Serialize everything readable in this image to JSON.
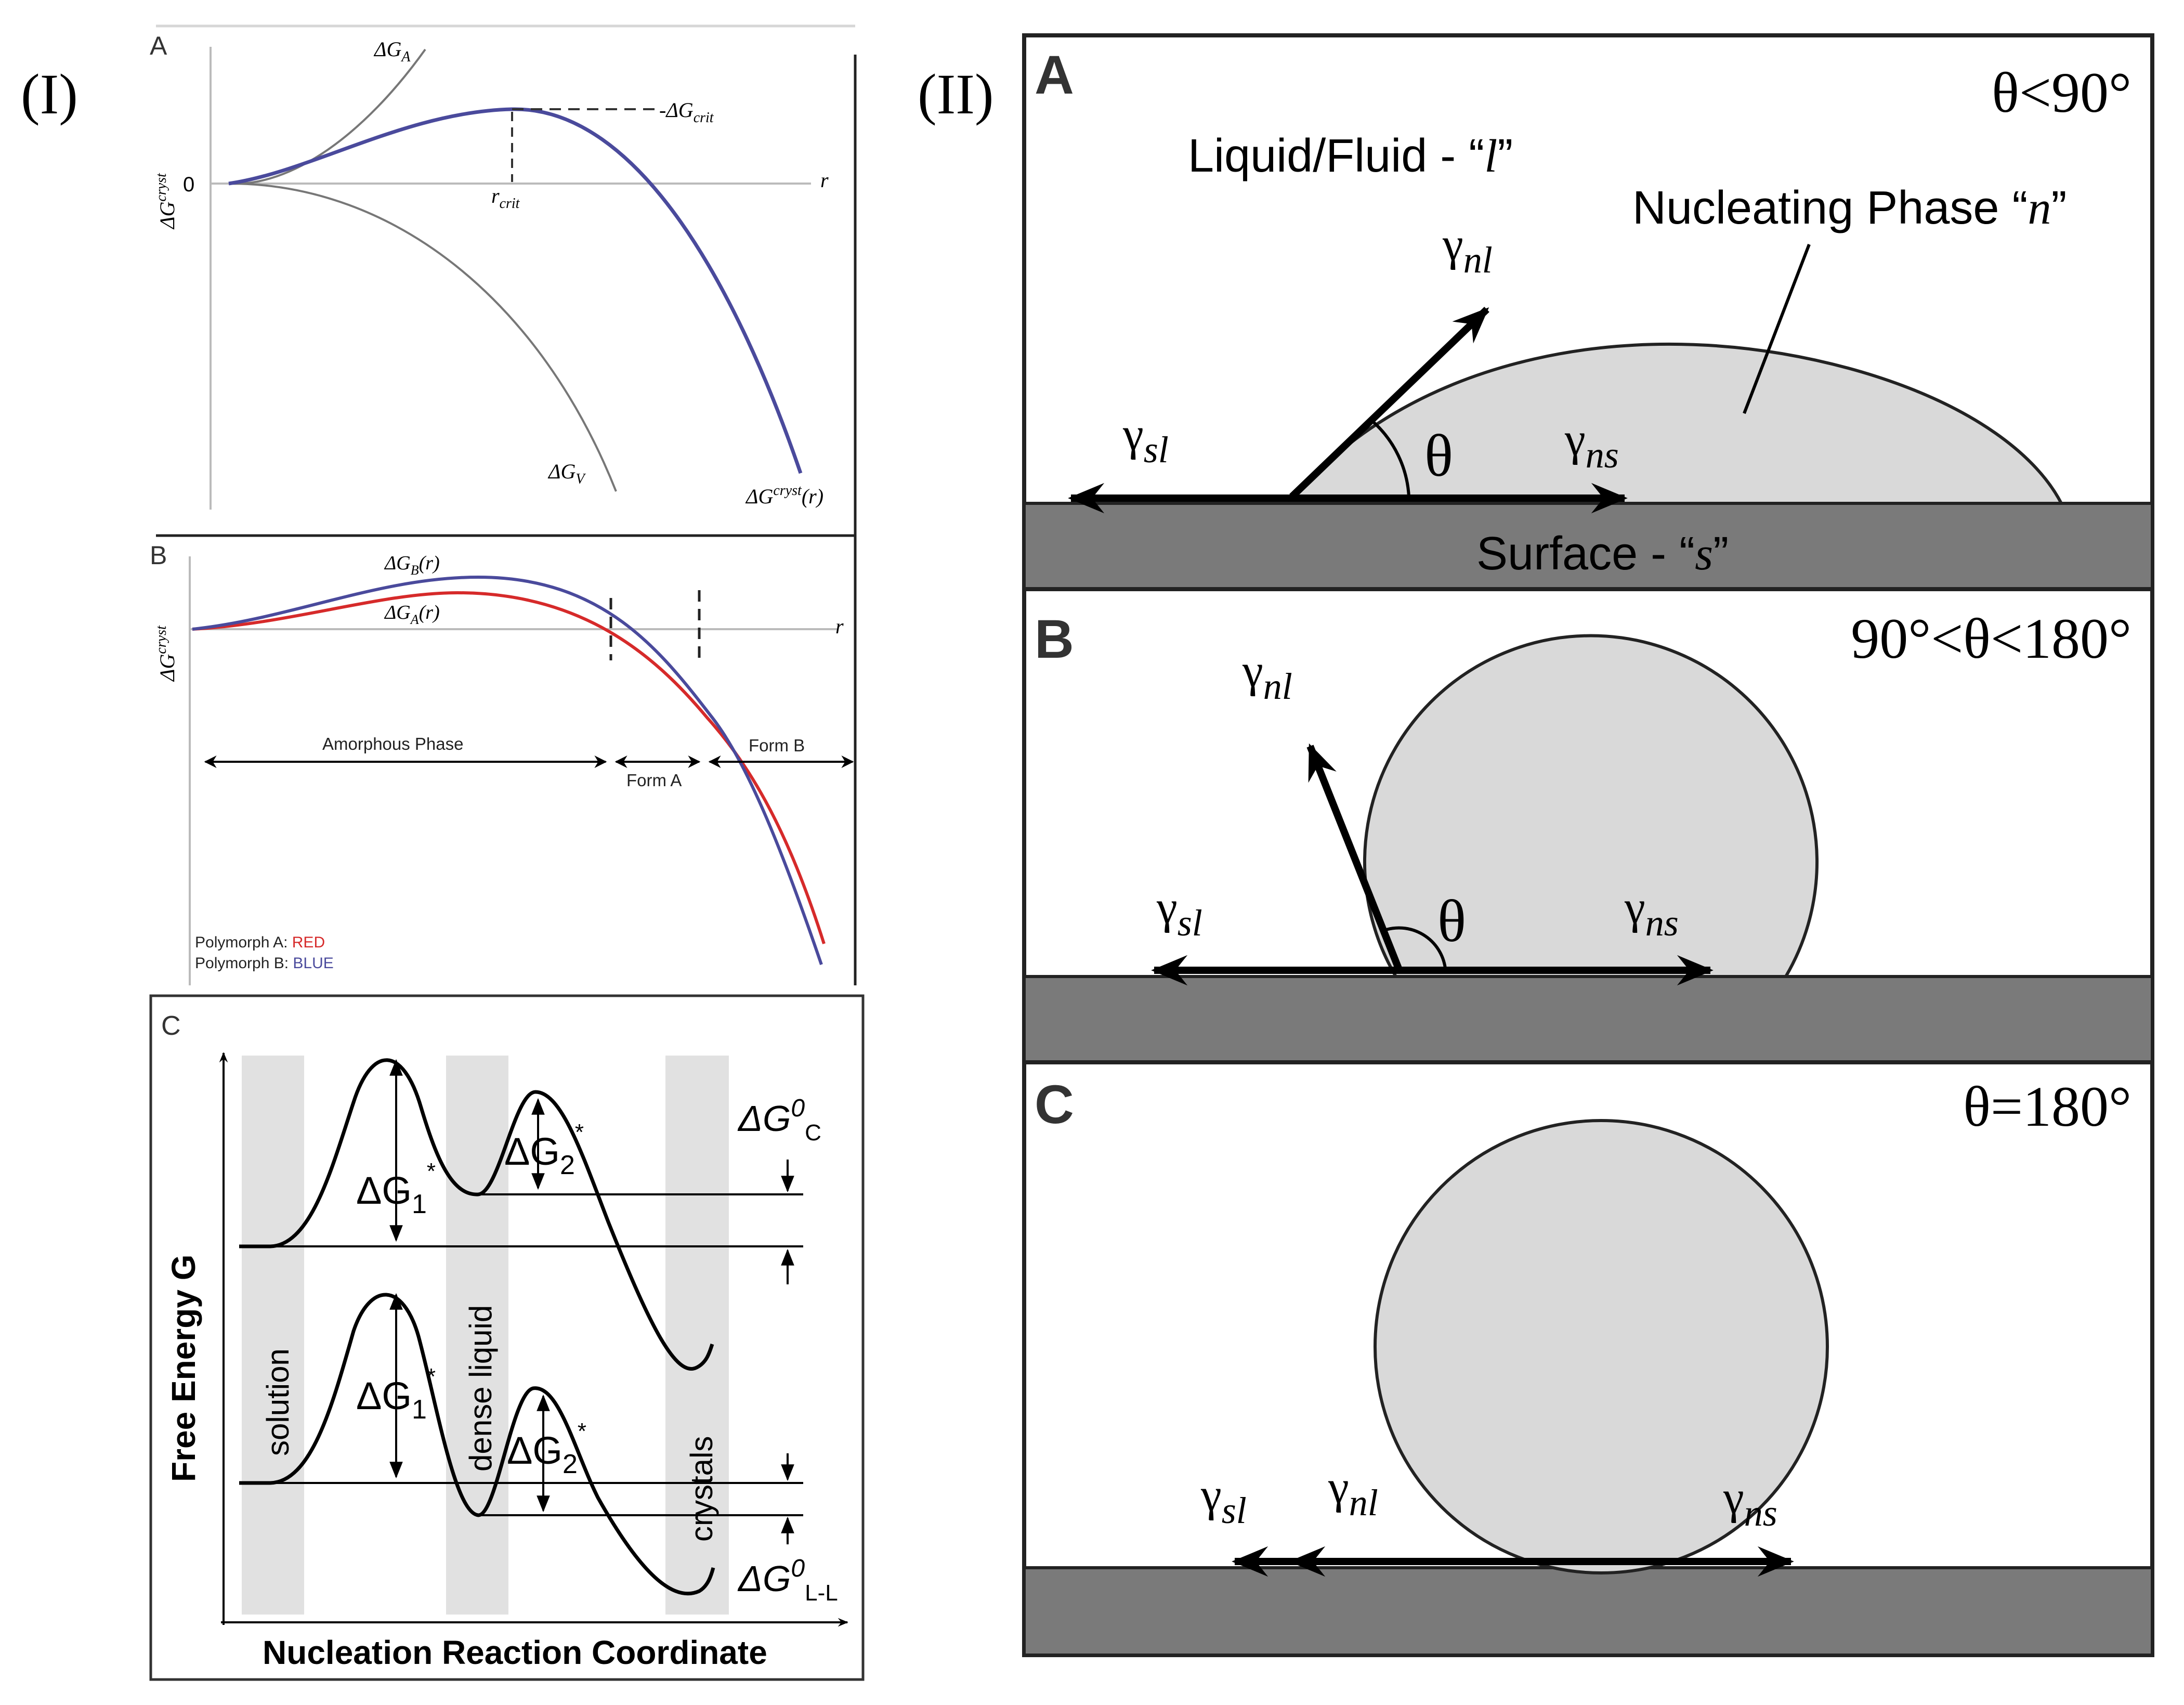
{
  "labels": {
    "part1": "(I)",
    "part2": "(II)"
  },
  "panel_I_A": {
    "letter": "A",
    "axis_y": "ΔG",
    "axis_y_sup": "cryst",
    "zero": "0",
    "axis_x": "r",
    "dG_A": "ΔG",
    "dG_A_sub": "A",
    "dG_crit": "-ΔG",
    "dG_crit_sub": "crit",
    "r_crit": "r",
    "r_crit_sub": "crit",
    "dG_V": "ΔG",
    "dG_V_sub": "V",
    "dG_total": "ΔG",
    "dG_total_sup": "cryst",
    "dG_total_arg": "(r)"
  },
  "panel_I_B": {
    "letter": "B",
    "axis_y": "ΔG",
    "axis_y_sup": "cryst",
    "axis_x": "r",
    "dG_B": "ΔG",
    "dG_B_sub": "B",
    "dG_B_arg": "(r)",
    "dG_Acurve": "ΔG",
    "dG_Acurve_sub": "A",
    "dG_Acurve_arg": "(r)",
    "amorphous": "Amorphous Phase",
    "formA": "Form A",
    "formB": "Form B",
    "legend_a_prefix": "Polymorph A: ",
    "legend_a_color_word": "RED",
    "legend_b_prefix": "Polymorph B: ",
    "legend_b_color_word": "BLUE"
  },
  "panel_I_C": {
    "letter": "C",
    "ylabel": "Free Energy G",
    "xlabel": "Nucleation Reaction Coordinate",
    "solution": "solution",
    "dense_liquid": "dense liquid",
    "crystals": "crystals",
    "dG1": "ΔG",
    "dG1_sub": "1",
    "dG2": "ΔG",
    "dG2_sub": "2",
    "dG0c": "ΔG",
    "dG0c_sup": "0",
    "dG0c_sub": "C",
    "dG0ll": "ΔG",
    "dG0ll_sup": "0",
    "dG0ll_sub": "L-L",
    "star": "*"
  },
  "panel_II_A": {
    "letter": "A",
    "angle": "θ<90°",
    "liquid_label": "Liquid/Fluid - “",
    "liquid_symbol": "l",
    "liquid_close": "”",
    "nucleating_label": "Nucleating Phase “",
    "nucleating_symbol": "n",
    "nucleating_close": "”",
    "surface_label": "Surface - “",
    "surface_symbol": "s",
    "surface_close": "”",
    "gamma": "γ",
    "sl": "sl",
    "nl": "nl",
    "ns": "ns",
    "theta": "θ"
  },
  "panel_II_B": {
    "letter": "B",
    "angle": "90°<θ<180°",
    "gamma": "γ",
    "sl": "sl",
    "nl": "nl",
    "ns": "ns",
    "theta": "θ"
  },
  "panel_II_C": {
    "letter": "C",
    "angle": "θ=180°",
    "gamma": "γ",
    "sl": "sl",
    "nl": "nl",
    "ns": "ns"
  },
  "colors": {
    "blue_curve": "#4a4a9c",
    "red_curve": "#d62a2a",
    "drop_fill": "#d9d9d9",
    "surface_fill": "#7a7a7a",
    "band_fill": "#e1e1e1"
  }
}
